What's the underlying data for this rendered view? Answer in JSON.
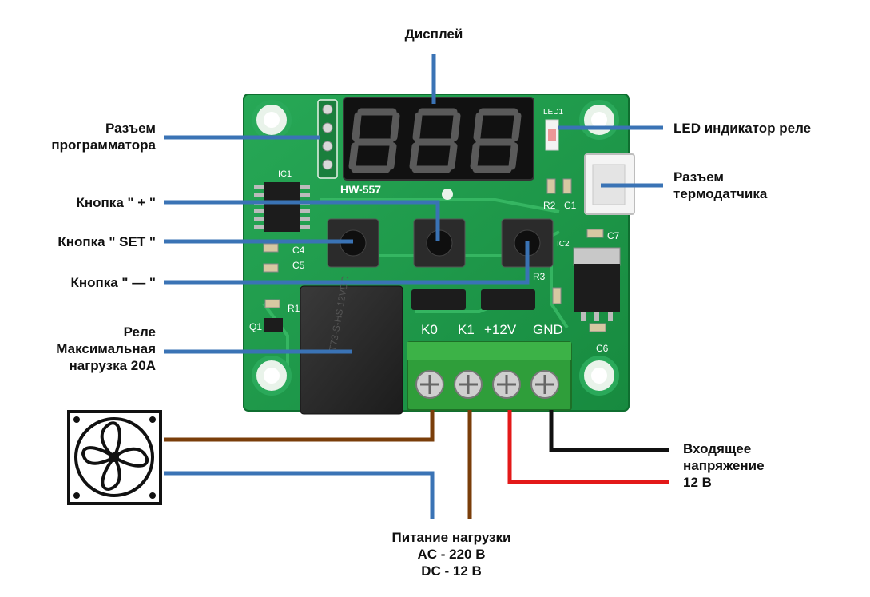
{
  "labels": {
    "display": "Дисплей",
    "prog_connector": [
      "Разъем",
      "программатора"
    ],
    "led_relay": "LED индикатор реле",
    "sensor_connector": [
      "Разъем",
      "термодатчика"
    ],
    "button_plus": "Кнопка \" + \"",
    "button_set": "Кнопка \" SET \"",
    "button_minus": "Кнопка \" — \"",
    "relay": [
      "Реле",
      "Максимальная",
      "нагрузка 20А"
    ],
    "input_voltage": [
      "Входящее",
      "напряжение",
      "12 В"
    ],
    "load_power": [
      "Питание нагрузки",
      "AC - 220 В",
      "DC - 12 В"
    ]
  },
  "board": {
    "model": "HW-557",
    "terminals": [
      "K0",
      "K1",
      "+12V",
      "GND"
    ],
    "silk": {
      "led": "LED1",
      "ic1": "IC1",
      "ic2": "IC2",
      "r1": "R1",
      "r2": "R2",
      "r3": "R3",
      "c1": "C1",
      "c4": "C4",
      "c5": "C5",
      "c6": "C6",
      "c7": "C7",
      "q1": "Q1"
    }
  },
  "colors": {
    "pcb": "#1f9a4a",
    "leader_blue": "#3a73b5",
    "wire_brown": "#7a3e0a",
    "wire_red": "#e31919",
    "wire_black": "#111111",
    "terminal_green": "#2f9e3a"
  },
  "icons": {
    "fan": "fan-icon"
  }
}
